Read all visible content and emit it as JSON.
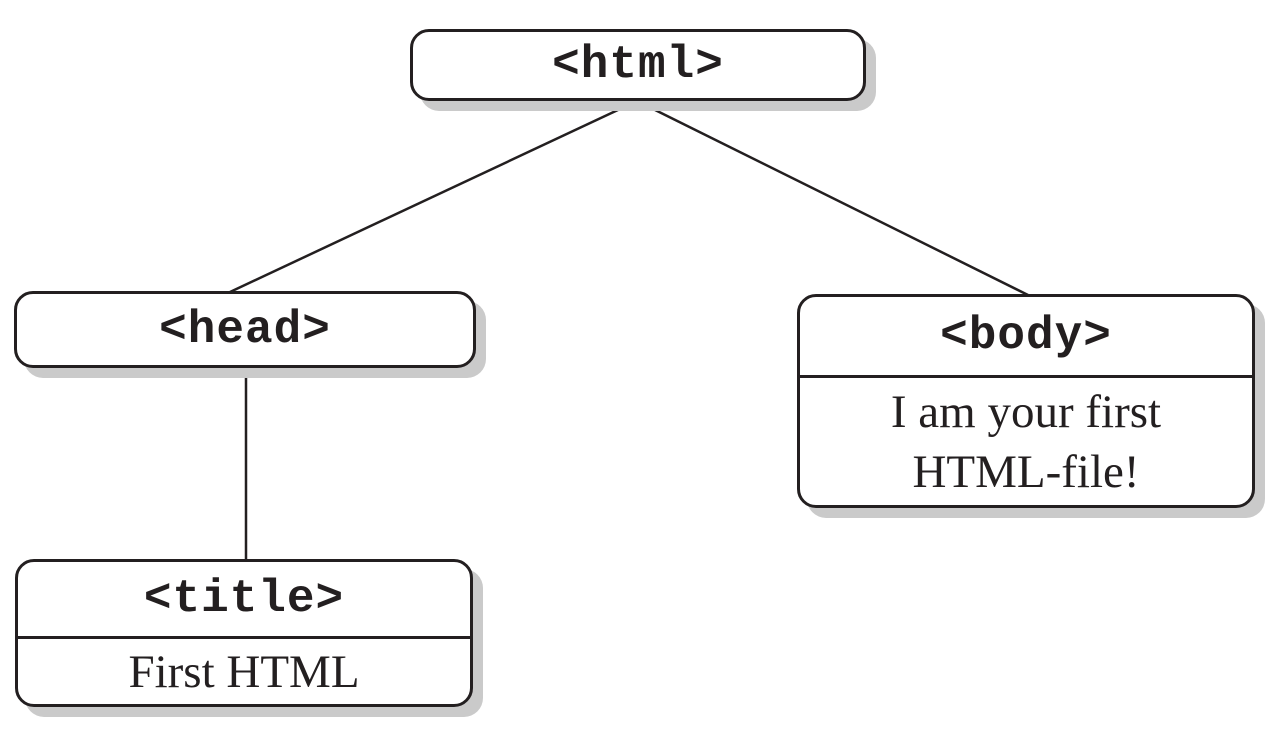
{
  "diagram": {
    "type": "tree",
    "description": "HTML document tree diagram"
  },
  "nodes": {
    "html": {
      "tag": "<html>"
    },
    "head": {
      "tag": "<head>"
    },
    "body": {
      "tag": "<body>",
      "content": [
        "I am your first",
        "HTML-file!"
      ]
    },
    "title": {
      "tag": "<title>",
      "content": "First HTML"
    }
  },
  "edges": [
    {
      "from": "html",
      "to": "head"
    },
    {
      "from": "html",
      "to": "body"
    },
    {
      "from": "head",
      "to": "title"
    }
  ],
  "colors": {
    "ink": "#231f20",
    "shadow": "#cacaca",
    "node_fill": "#ffffff",
    "background": "#ffffff"
  }
}
